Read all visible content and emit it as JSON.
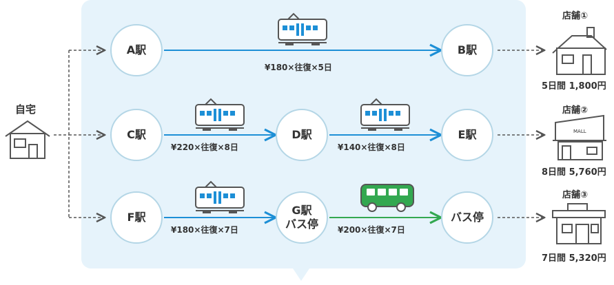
{
  "home": {
    "label": "自宅",
    "icon": "house-icon"
  },
  "colors": {
    "panel": "#e6f3fb",
    "node_border": "#b4d6e6",
    "train_line": "#1d8fd6",
    "bus_line": "#33a850",
    "dashed": "#555555",
    "train_body": "#1d8fd6",
    "bus_body": "#33a850"
  },
  "stations": {
    "a": "A駅",
    "b": "B駅",
    "c": "C駅",
    "d": "D駅",
    "e": "E駅",
    "f": "F駅",
    "g_line1": "G駅",
    "g_line2": "バス停",
    "bus_stop": "バス停"
  },
  "fares": {
    "a_b": "¥180×往復×5日",
    "c_d": "¥220×往復×8日",
    "d_e": "¥140×往復×8日",
    "f_g": "¥180×往復×7日",
    "g_bus": "¥200×往復×7日"
  },
  "stores": [
    {
      "name": "店舗①",
      "summary": "5日間 1,800円",
      "icon": "store-house-icon"
    },
    {
      "name": "店舗②",
      "summary": "8日間 5,760円",
      "icon": "mall-icon",
      "sign": "MALL"
    },
    {
      "name": "店舗③",
      "summary": "7日間 5,320円",
      "icon": "shop-icon"
    }
  ]
}
